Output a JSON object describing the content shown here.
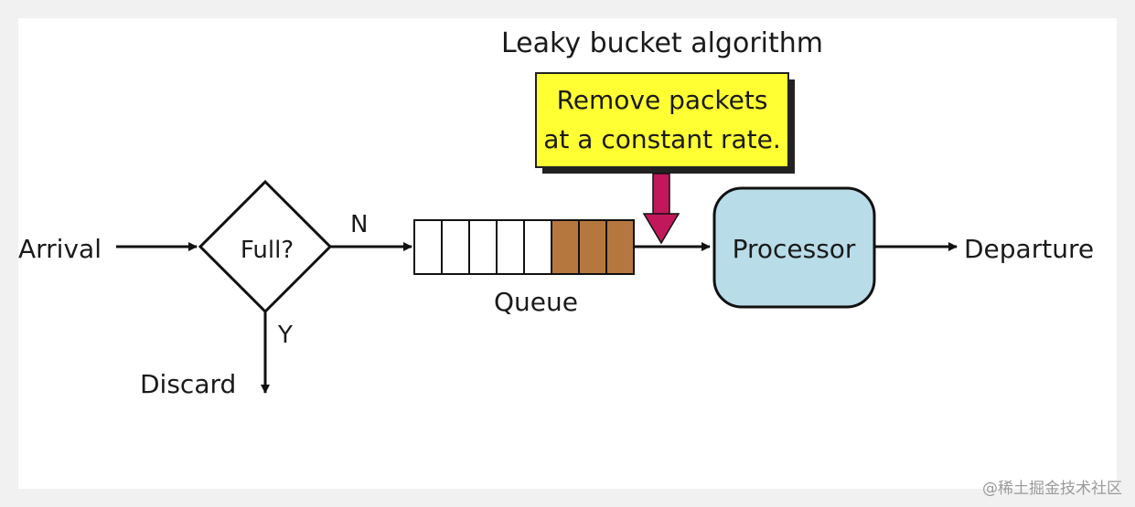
{
  "diagram": {
    "title": "Leaky bucket algorithm",
    "note_line1": "Remove packets",
    "note_line2": "at a constant rate.",
    "arrival": "Arrival",
    "decision": "Full?",
    "no_label": "N",
    "yes_label": "Y",
    "discard": "Discard",
    "queue": "Queue",
    "processor": "Processor",
    "departure": "Departure",
    "queue_slots": {
      "empty": 5,
      "filled": 3
    }
  },
  "colors": {
    "note_fill": "#ffff33",
    "processor_fill": "#b8dce8",
    "filled_slot": "#b5773e",
    "rate_arrow": "#c2185b"
  },
  "watermark": "@稀土掘金技术社区"
}
